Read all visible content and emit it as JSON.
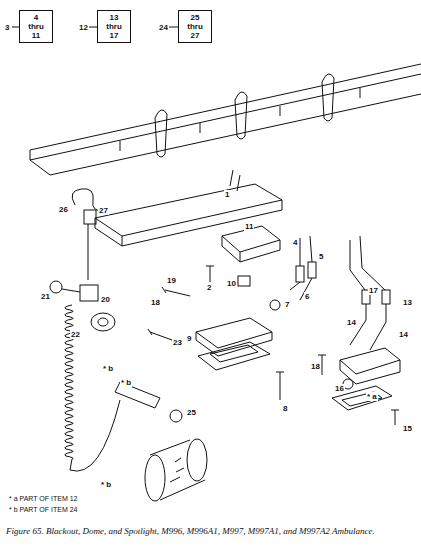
{
  "diagram": {
    "caption": "Figure 65. Blackout, Dome, and Spotlight, M996, M996A1, M997, M997A1, and M997A2 Ambulance.",
    "nodes": [
      {
        "text": [
          "4 thru 11"
        ]
      },
      {
        "text": [
          "13 thru 17"
        ]
      },
      {
        "text": [
          "25 thru 27"
        ]
      }
    ],
    "labels": [
      "3",
      "12",
      "24",
      "1",
      "26",
      "27",
      "11",
      "4",
      "5",
      "2",
      "19",
      "20",
      "21",
      "10",
      "18",
      "6",
      "17",
      "13",
      "14",
      "14",
      "7",
      "9",
      "22",
      "23",
      "18",
      "16",
      "* a",
      "* b",
      "* b",
      "25",
      "* b",
      "8",
      "15",
      "* a PART OF ITEM 12",
      "* b PART OF ITEM 24"
    ]
  }
}
